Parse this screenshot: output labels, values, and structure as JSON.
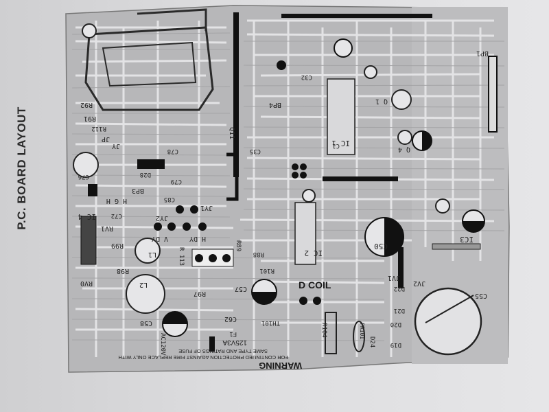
{
  "page": {
    "title": "P.C. BOARD LAYOUT"
  },
  "warning": {
    "heading": "WARNING",
    "line1": "FOR CONTINUED PROTECTION AGAINST FIRE REPLACE ONLY WITH",
    "line2": "SAME TYPE AND RATINGS OF FUSE"
  },
  "fuse": {
    "name": "F1",
    "rating": "125V3A"
  },
  "labels": {
    "d_coil": "D COIL",
    "ic1": "IC 1",
    "ic2": "IC 2",
    "ic3": "IC3",
    "ic4": "IC 4",
    "c50": "C50",
    "c55": "C55",
    "c58": "C58",
    "l1": "L1",
    "l2": "L2",
    "q11": "Q11",
    "q4": "Q 4",
    "q1": "Q 1",
    "bp4": "BP4",
    "bp3": "BP3",
    "bp1": "BP1",
    "rv1": "RV1",
    "rv0": "RV0",
    "jy1": "JY1",
    "jy2": "JY2",
    "jv1": "JV1",
    "jv2": "JV2",
    "r97": "R97",
    "r99": "R99",
    "r98": "R98",
    "r113": "R 113",
    "r88": "R88",
    "r89": "R89",
    "r101": "R101",
    "r104": "R104",
    "c57": "C57",
    "c62": "C62",
    "c78": "C78",
    "c79": "C79",
    "c85": "C85",
    "c72": "C72",
    "c35": "C35",
    "c32": "C32",
    "c1": "C1",
    "c76": "C76",
    "d19": "D19",
    "d20": "D20",
    "d21": "D21",
    "d22": "D22",
    "d24": "D24",
    "d28": "D28",
    "th101": "TH101",
    "ac120": "AC120V",
    "hvdy": "H DY",
    "vdy": "V DY",
    "hgh": "H G H",
    "r92": "R92",
    "r91": "R91",
    "r112": "R112",
    "pr101": "PR101",
    "jp": "JP",
    "jy": "JY"
  }
}
